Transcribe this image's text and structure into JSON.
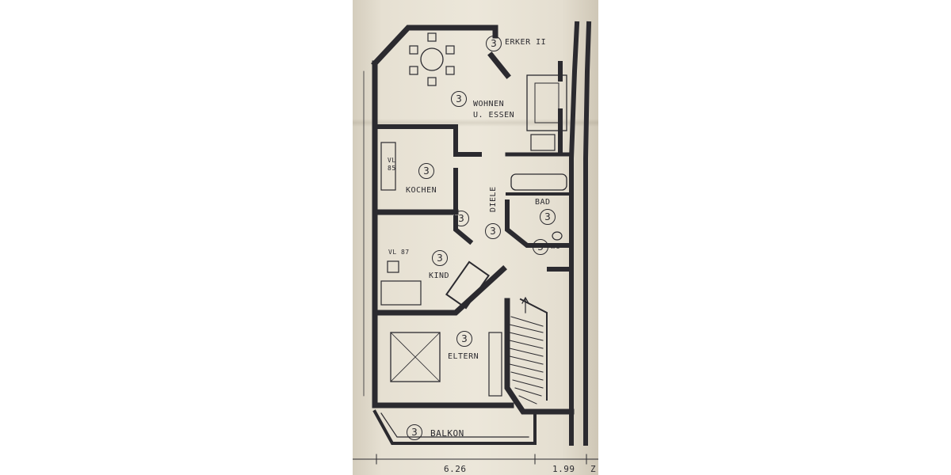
{
  "rooms": {
    "erker": {
      "number": "3",
      "label": "ERKER II"
    },
    "wohnen": {
      "number": "3",
      "label_line1": "WOHNEN",
      "label_line2": "U. ESSEN"
    },
    "kochen": {
      "number": "3",
      "label": "KOCHEN",
      "unit_code_1": "VL",
      "unit_code_2": "85"
    },
    "diele": {
      "number": "3",
      "label": "DIELE"
    },
    "diele_cabinet": {
      "number": "3"
    },
    "bad": {
      "number": "3",
      "label": "BAD"
    },
    "wc": {
      "number": "3",
      "label": "WC"
    },
    "kind": {
      "number": "3",
      "label": "KIND",
      "unit_code": "VL 87"
    },
    "eltern": {
      "number": "3",
      "label": "ELTERN"
    },
    "balkon": {
      "number": "3",
      "label": "BALKON"
    }
  },
  "dimensions": {
    "width_left": "6.26",
    "width_right": "1.99",
    "cut_off": "Z"
  },
  "colors": {
    "paper": "#e9e4d8",
    "ink": "#2b2a2f"
  }
}
